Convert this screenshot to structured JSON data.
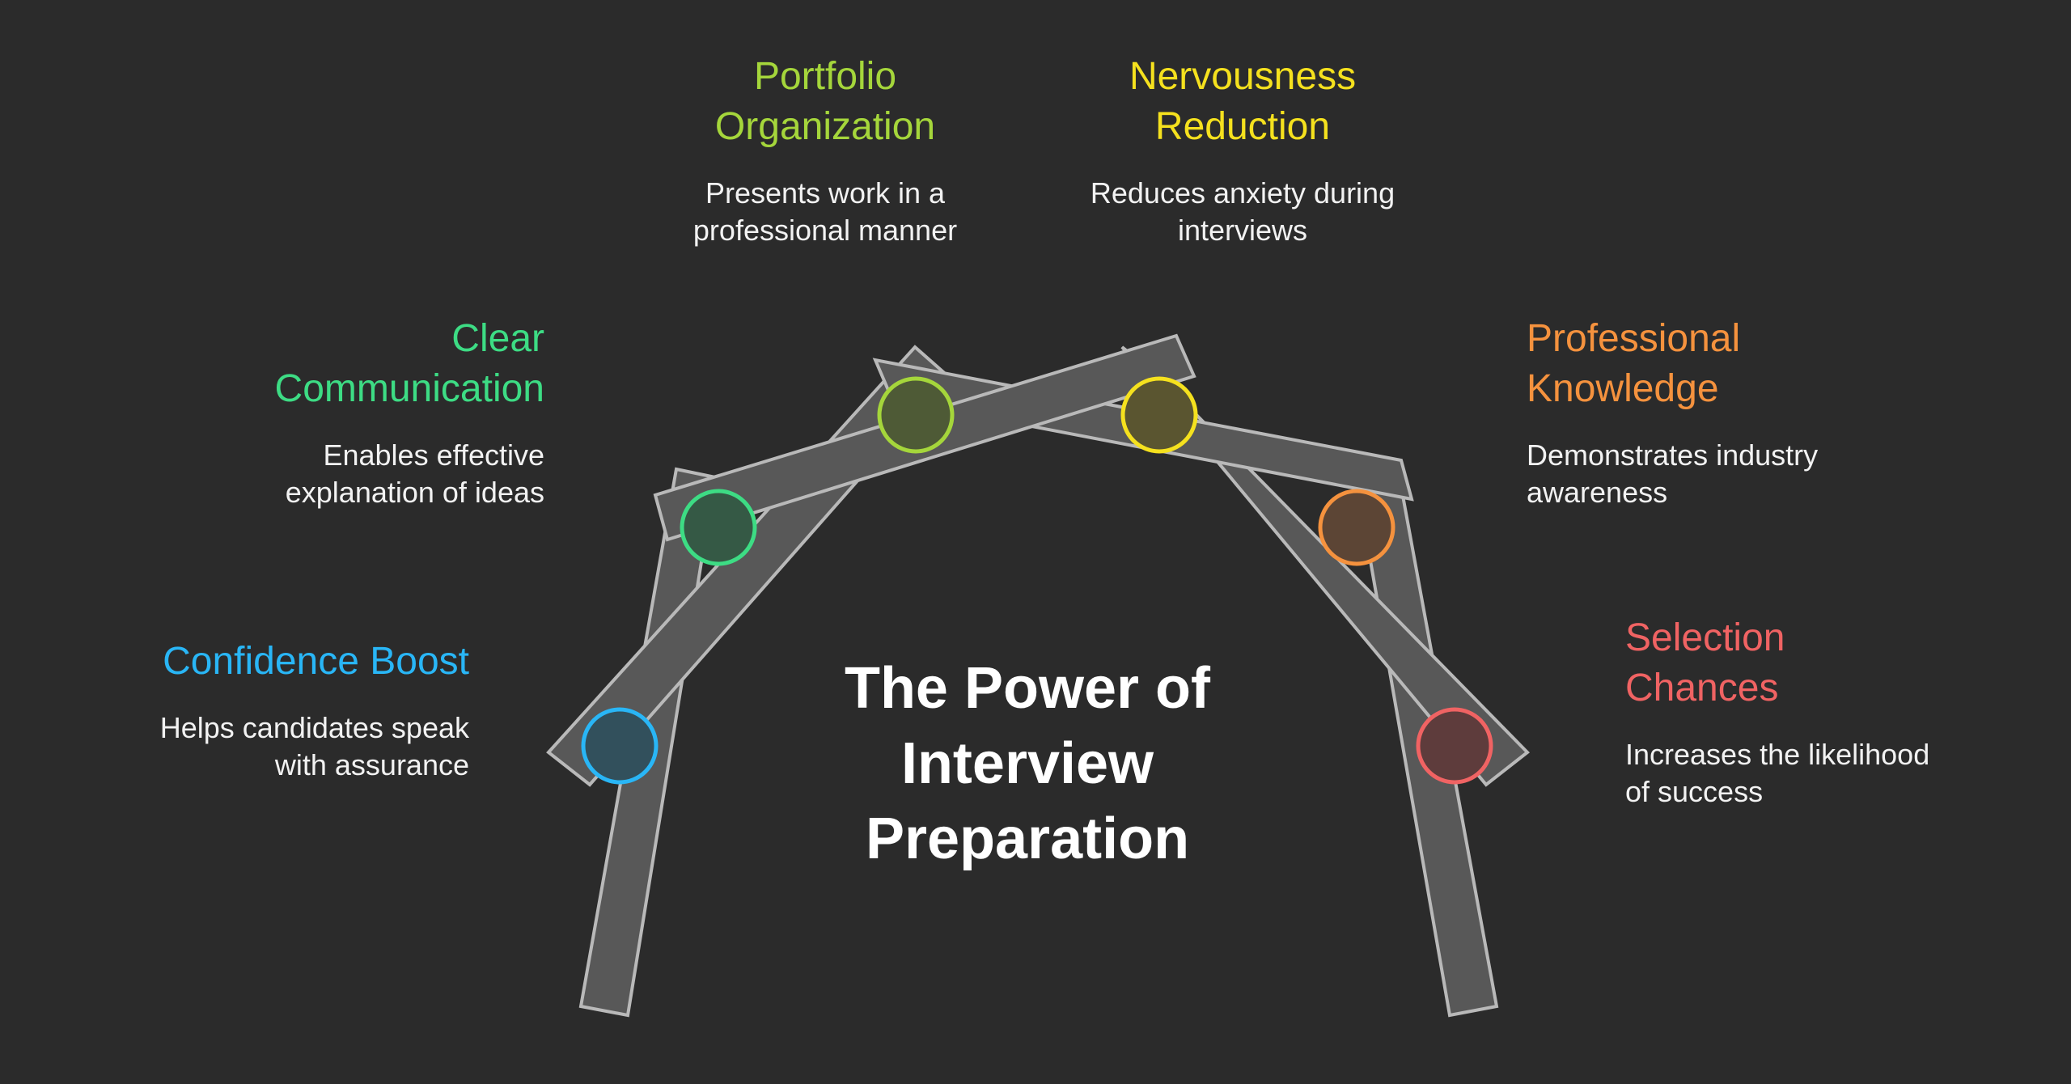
{
  "title_lines": [
    "The Power of",
    "Interview",
    "Preparation"
  ],
  "items": [
    {
      "key": "confidence",
      "heading_lines": [
        "Confidence Boost"
      ],
      "desc_lines": [
        "Helps candidates speak",
        "with assurance"
      ],
      "color": "#29b6f6",
      "fill": "#32505c"
    },
    {
      "key": "communication",
      "heading_lines": [
        "Clear",
        "Communication"
      ],
      "desc_lines": [
        "Enables effective",
        "explanation of ideas"
      ],
      "color": "#3ddc84",
      "fill": "#355945"
    },
    {
      "key": "portfolio",
      "heading_lines": [
        "Portfolio",
        "Organization"
      ],
      "desc_lines": [
        "Presents work in a",
        "professional manner"
      ],
      "color": "#a5d63b",
      "fill": "#4e5a36"
    },
    {
      "key": "nervousness",
      "heading_lines": [
        "Nervousness",
        "Reduction"
      ],
      "desc_lines": [
        "Reduces anxiety during",
        "interviews"
      ],
      "color": "#f5e11e",
      "fill": "#5a5530"
    },
    {
      "key": "knowledge",
      "heading_lines": [
        "Professional",
        "Knowledge"
      ],
      "desc_lines": [
        "Demonstrates industry",
        "awareness"
      ],
      "color": "#f5923e",
      "fill": "#5c4535"
    },
    {
      "key": "selection",
      "heading_lines": [
        "Selection",
        "Chances"
      ],
      "desc_lines": [
        "Increases the likelihood",
        "of success"
      ],
      "color": "#f06363",
      "fill": "#5e3c3c"
    }
  ]
}
